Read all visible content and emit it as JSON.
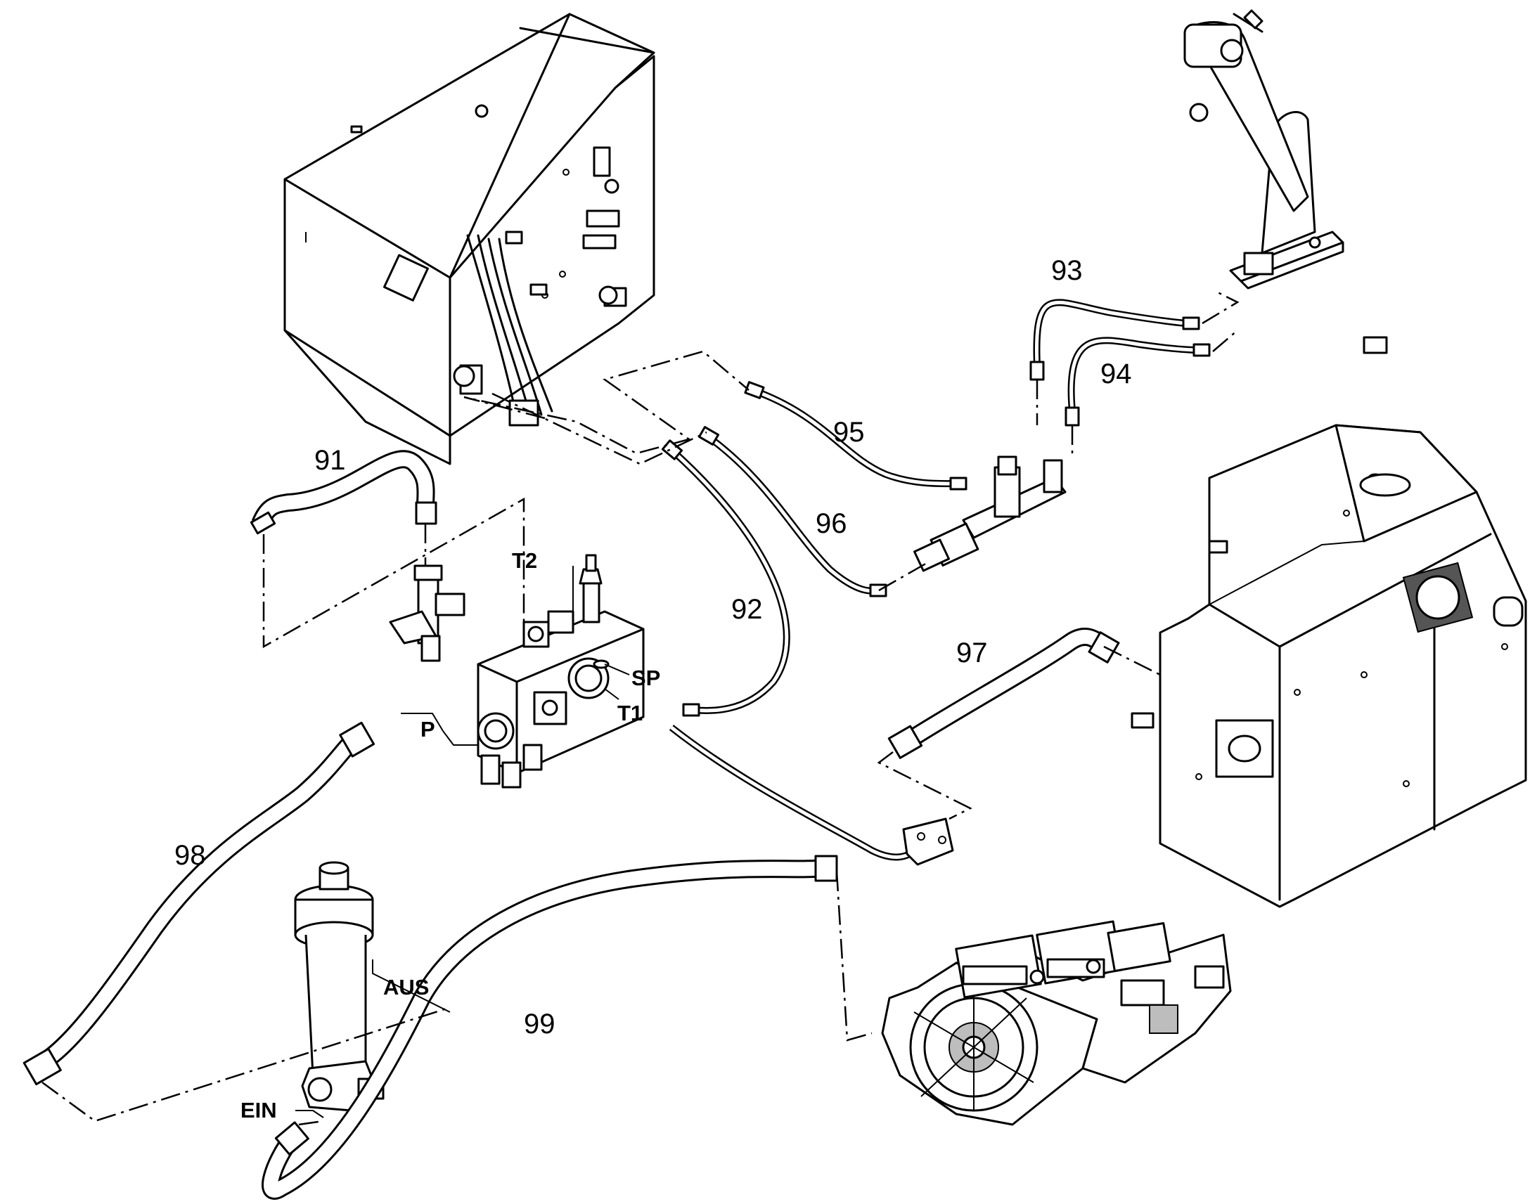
{
  "part_numbers": {
    "p91": "91",
    "p92": "92",
    "p93": "93",
    "p94": "94",
    "p95": "95",
    "p96": "96",
    "p97": "97",
    "p98": "98",
    "p99": "99"
  },
  "port_labels": {
    "t2": "T2",
    "sp": "SP",
    "t1": "T1",
    "p": "P",
    "aus": "AUS",
    "ein": "EIN"
  },
  "colors": {
    "line": "#000000",
    "background": "#ffffff",
    "shade": "#bdbdbd"
  }
}
